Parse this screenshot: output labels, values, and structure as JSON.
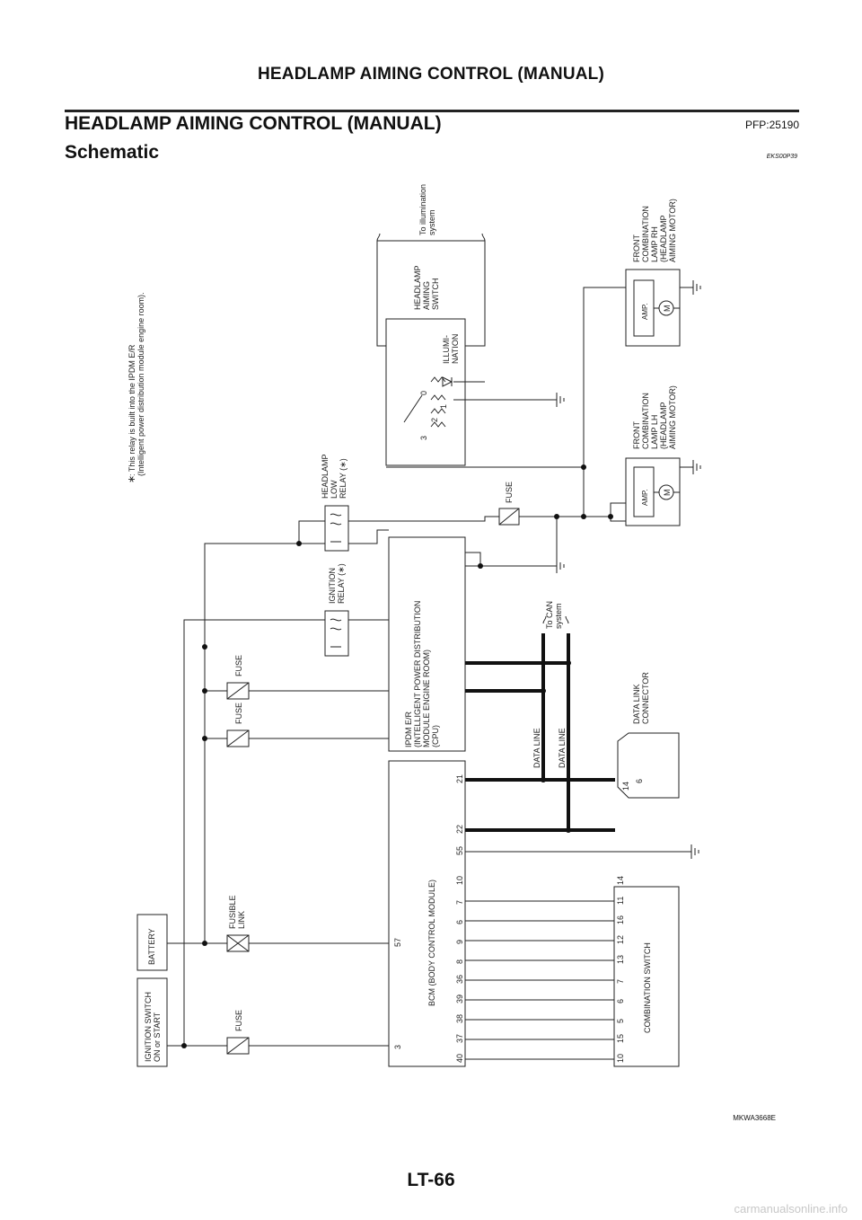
{
  "page": {
    "header": "HEADLAMP AIMING CONTROL (MANUAL)",
    "section_title": "HEADLAMP AIMING CONTROL (MANUAL)",
    "part_no": "PFP:25190",
    "subtitle": "Schematic",
    "ref_code": "EKS00P39",
    "figure_id": "MKWA3668E",
    "page_number": "LT-66",
    "watermark": "carmanualsonline.info"
  },
  "diagram": {
    "note_mark": "∗",
    "note_line1": ": This relay is built into the IPDM E/R",
    "note_line2": "(Intelligent power distribution module engine room).",
    "ignition_switch": [
      "IGNITION SWITCH",
      "ON or START"
    ],
    "battery": "BATTERY",
    "fuse": "FUSE",
    "fusible_link": [
      "FUSIBLE",
      "LINK"
    ],
    "ignition_relay": [
      "IGNITION",
      "RELAY (∗)"
    ],
    "headlamp_low_relay": [
      "HEADLAMP",
      "LOW",
      "RELAY (∗)"
    ],
    "ipdm": [
      "IPDM E/R",
      "(INTELLIGENT POWER DISTRIBUTION",
      "MODULE ENGINE ROOM)",
      "(CPU)"
    ],
    "bcm": "BCM (BODY CONTROL MODULE)",
    "bcm_pin_power": "57",
    "bcm_pin_ign": "3",
    "bcm_pins_lower": [
      "40",
      "37",
      "38",
      "39",
      "36",
      "8",
      "9",
      "6",
      "7",
      "10"
    ],
    "bcm_pins_upper": [
      "55",
      "22",
      "21"
    ],
    "combination_switch": "COMBINATION SWITCH",
    "comb_pins": [
      "10",
      "15",
      "5",
      "6",
      "7",
      "13",
      "12",
      "16",
      "11",
      "14"
    ],
    "data_line": "DATA LINE",
    "to_can": [
      "To CAN",
      "system"
    ],
    "data_link_connector": [
      "DATA LINK",
      "CONNECTOR"
    ],
    "dlc_pins": [
      "14",
      "6"
    ],
    "headlamp_aiming_switch": [
      "HEADLAMP",
      "AIMING",
      "SWITCH"
    ],
    "illumination": [
      "ILLUMI-",
      "NATION"
    ],
    "switch_positions": [
      "3",
      "2",
      "1",
      "0"
    ],
    "to_illumination": [
      "To illumination",
      "system"
    ],
    "amp": "AMP.",
    "motor": "M",
    "front_lamp_lh": [
      "FRONT",
      "COMBINATION",
      "LAMP LH",
      "(HEADLAMP",
      "AIMING MOTOR)"
    ],
    "front_lamp_rh": [
      "FRONT",
      "COMBINATION",
      "LAMP RH",
      "(HEADLAMP",
      "AIMING MOTOR)"
    ]
  }
}
